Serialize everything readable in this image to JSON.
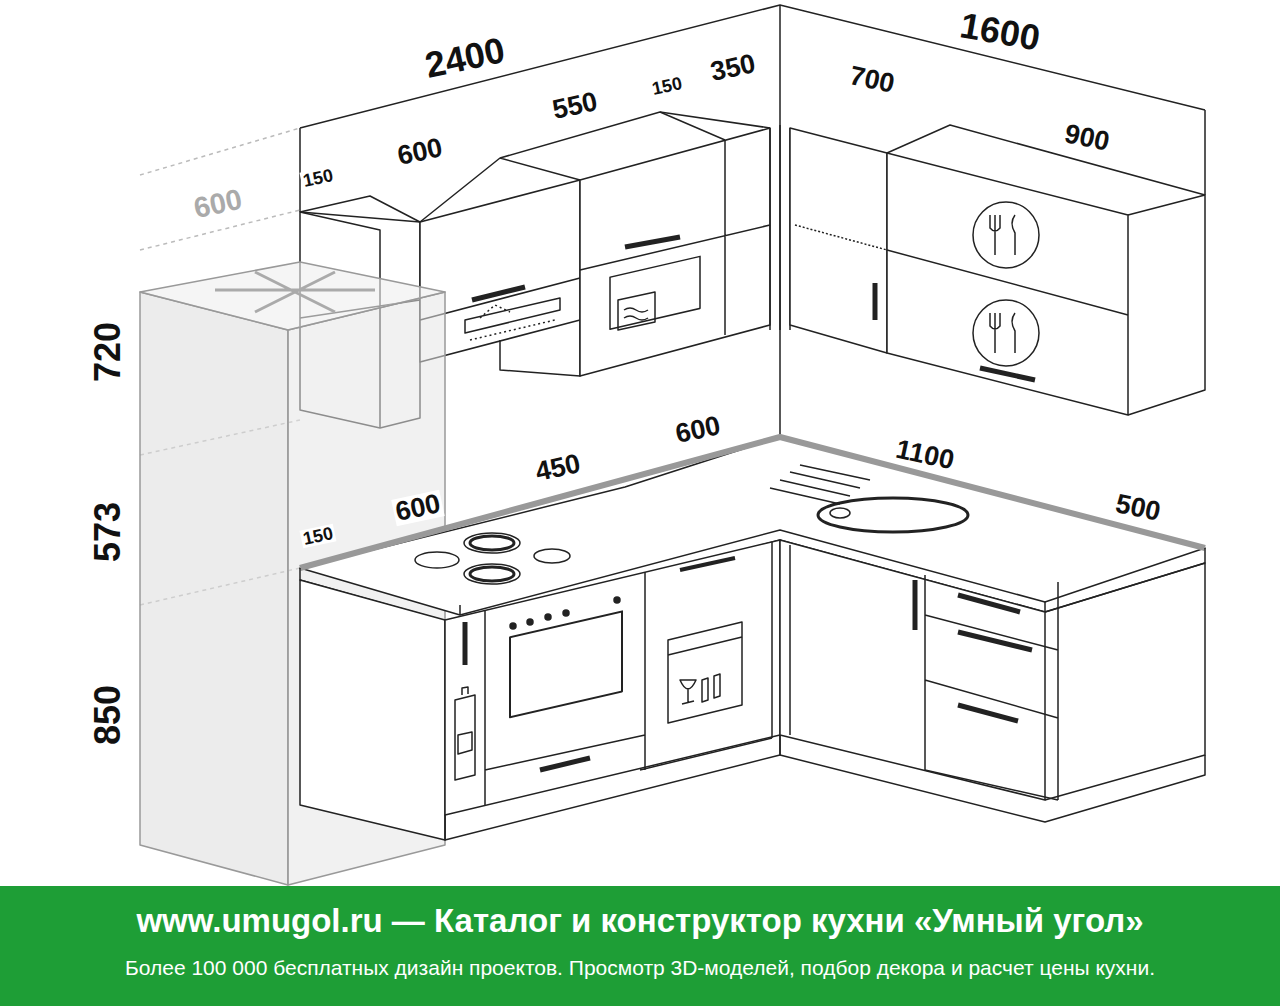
{
  "diagram": {
    "nodes": [
      {
        "text": [
          "www.umugol.ru — Каталог и конструктор кухни «Умный угол»",
          "Более 100 000 бесплатных дизайн проектов. Просмотр 3D-моделей, подбор декора и расчет цены кухни."
        ]
      }
    ],
    "labels": [
      "2400",
      "1600",
      "150",
      "600",
      "550",
      "150",
      "350",
      "700",
      "900",
      "600",
      "720",
      "450",
      "600",
      "1100",
      "573",
      "150",
      "600",
      "500",
      "850"
    ]
  }
}
